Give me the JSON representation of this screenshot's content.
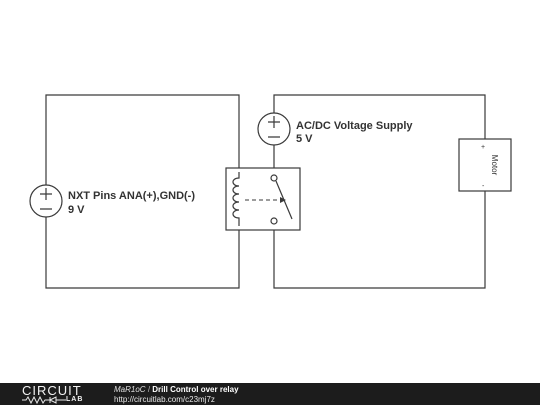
{
  "circuit": {
    "nxt_source": {
      "label": "NXT Pins ANA(+),GND(-)",
      "value": "9 V"
    },
    "supply": {
      "label": "AC/DC Voltage Supply",
      "value": "5 V"
    },
    "motor": {
      "label": "Motor",
      "plus": "+",
      "minus": "-"
    }
  },
  "footer": {
    "brand_top": "CIRCUIT",
    "brand_bottom": "LAB",
    "author": "MaR1oC",
    "separator": "/",
    "title": "Drill Control over relay",
    "url": "http://circuitlab.com/c23mj7z"
  }
}
